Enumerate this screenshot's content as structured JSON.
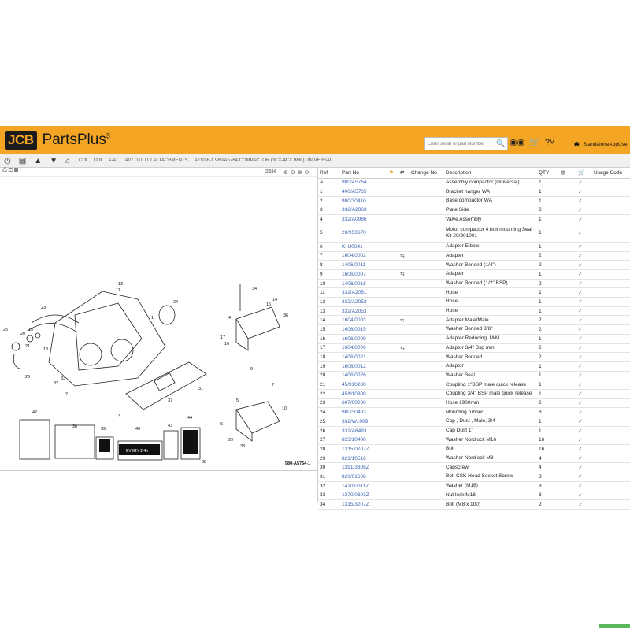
{
  "brand": {
    "logo": "JCB",
    "title": "PartsPlus",
    "sup": "3"
  },
  "search": {
    "placeholder": "Enter serial or part Number"
  },
  "header_icons": [
    "binoculars-icon",
    "cart-icon",
    "help-icon",
    "user-icon"
  ],
  "user": {
    "name": "StandaloneAppUser"
  },
  "breadcrumb": [
    "COI",
    "COI",
    "A-AT",
    "A07 UTILITY ATTACHMENTS",
    "A710-6-1 980/A5764 COMPACTOR (3CX-4CX BHL) UNIVERSAL"
  ],
  "zoom": {
    "level": "26%"
  },
  "diagram": {
    "caption": "980-A5764-1"
  },
  "table": {
    "columns": [
      "Ref",
      "Part No",
      "",
      "",
      "Change No",
      "Description",
      "QTY",
      "",
      "",
      "Usage Code"
    ],
    "rows": [
      {
        "ref": "A",
        "part": "980/A5764",
        "desc": "Assembly compactor (Universal)",
        "qty": "1",
        "sub": false
      },
      {
        "ref": "1",
        "part": "400/A5765",
        "desc": "Bracket hanger WA",
        "qty": "1",
        "sub": false
      },
      {
        "ref": "2",
        "part": "980/30410",
        "desc": "Base compactor WA",
        "qty": "1",
        "sub": false
      },
      {
        "ref": "3",
        "part": "332/A2063",
        "desc": "Plate Side",
        "qty": "2",
        "sub": false
      },
      {
        "ref": "4",
        "part": "332/A0986",
        "desc": "Valve Assembly",
        "qty": "1",
        "sub": false
      },
      {
        "ref": "5",
        "part": "20/950670",
        "desc": "Motor compactor 4 bolt mounting Seal Kit 20/301001",
        "qty": "1",
        "sub": false
      },
      {
        "ref": "6",
        "part": "KHJ0641",
        "desc": "Adapter Elbow",
        "qty": "1",
        "sub": false
      },
      {
        "ref": "7",
        "part": "1604/0002",
        "desc": "Adapter",
        "qty": "2",
        "sub": true
      },
      {
        "ref": "8",
        "part": "1406/0011",
        "desc": "Washer Bonded (1/4\")",
        "qty": "2",
        "sub": false
      },
      {
        "ref": "9",
        "part": "1606/0007",
        "desc": "Adapter",
        "qty": "1",
        "sub": true
      },
      {
        "ref": "10",
        "part": "1406/0018",
        "desc": "Washer Bonded (1/2\" BSP)",
        "qty": "2",
        "sub": false
      },
      {
        "ref": "11",
        "part": "332/A2051",
        "desc": "Hose",
        "qty": "1",
        "sub": false
      },
      {
        "ref": "12",
        "part": "332/A2052",
        "desc": "Hose",
        "qty": "1",
        "sub": false
      },
      {
        "ref": "13",
        "part": "332/A2053",
        "desc": "Hose",
        "qty": "1",
        "sub": false
      },
      {
        "ref": "14",
        "part": "1604/0003",
        "desc": "Adapter Male/Male",
        "qty": "2",
        "sub": true
      },
      {
        "ref": "15",
        "part": "1406/0015",
        "desc": "Washer Bonded 3/8\"",
        "qty": "2",
        "sub": false
      },
      {
        "ref": "16",
        "part": "1606/0009",
        "desc": "Adapter Reducing, M/M",
        "qty": "1",
        "sub": false
      },
      {
        "ref": "17",
        "part": "1604/0006",
        "desc": "Adaptor 3/4\" Bsp mm",
        "qty": "2",
        "sub": true
      },
      {
        "ref": "18",
        "part": "1406/0021",
        "desc": "Washer Bonded",
        "qty": "2",
        "sub": false
      },
      {
        "ref": "19",
        "part": "1606/0012",
        "desc": "Adaptor",
        "qty": "1",
        "sub": false
      },
      {
        "ref": "20",
        "part": "1406/0026",
        "desc": "Washer Seal",
        "qty": "1",
        "sub": false
      },
      {
        "ref": "21",
        "part": "45/910200",
        "desc": "Coupling 1\"BSP male quick release",
        "qty": "1",
        "sub": false
      },
      {
        "ref": "22",
        "part": "45/910300",
        "desc": "Coupling 3/4\" BSP male quick release",
        "qty": "1",
        "sub": false
      },
      {
        "ref": "23",
        "part": "607/00200",
        "desc": "Hose 1900mm",
        "qty": "2",
        "sub": false
      },
      {
        "ref": "24",
        "part": "980/30403",
        "desc": "Mounting rubber",
        "qty": "8",
        "sub": false
      },
      {
        "ref": "25",
        "part": "332/W1009",
        "desc": "Cap , Dust , Male, 3/4",
        "qty": "1",
        "sub": false
      },
      {
        "ref": "26",
        "part": "332/A6483",
        "desc": "Cap Dust 1\"",
        "qty": "1",
        "sub": false
      },
      {
        "ref": "27",
        "part": "823/10400",
        "desc": "Washer Nordlock M16",
        "qty": "16",
        "sub": false
      },
      {
        "ref": "28",
        "part": "1315/0707Z",
        "desc": "Bolt",
        "qty": "16",
        "sub": false
      },
      {
        "ref": "29",
        "part": "823/10516",
        "desc": "Washer Nordlock M8",
        "qty": "4",
        "sub": false
      },
      {
        "ref": "30",
        "part": "1391/3308Z",
        "desc": "Capscrew",
        "qty": "4",
        "sub": false
      },
      {
        "ref": "31",
        "part": "826/01608",
        "desc": "Bolt CSK Head Socket Screw",
        "qty": "8",
        "sub": false
      },
      {
        "ref": "32",
        "part": "1420/0011Z",
        "desc": "Washer (M16)",
        "qty": "8",
        "sub": false
      },
      {
        "ref": "33",
        "part": "1370/0603Z",
        "desc": "Nut lock M16",
        "qty": "8",
        "sub": false
      },
      {
        "ref": "34",
        "part": "1315/3207Z",
        "desc": "Bolt (M8 x 100)",
        "qty": "2",
        "sub": false
      }
    ]
  },
  "colors": {
    "brand": "#f3a523",
    "link": "#3a63b0"
  }
}
